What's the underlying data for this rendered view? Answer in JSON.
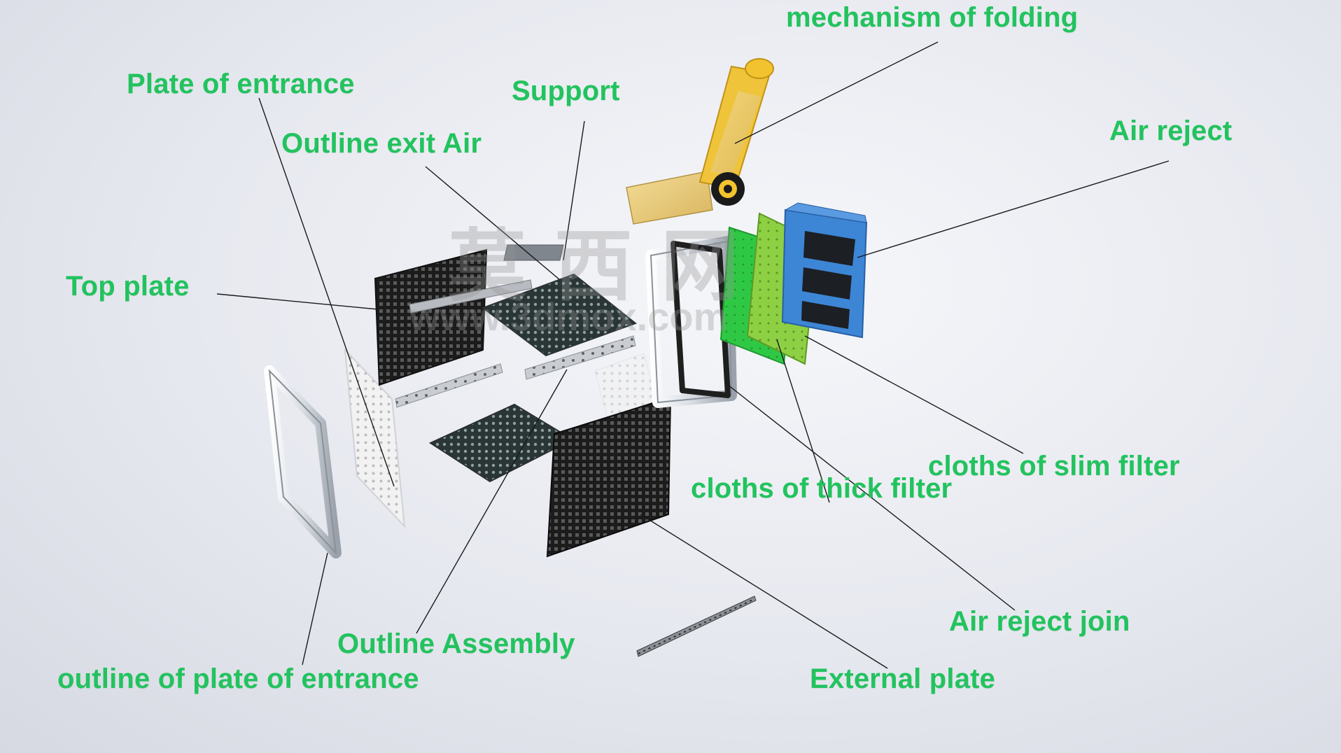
{
  "colors": {
    "label": "#22c35e",
    "leader": "#1a1a1a",
    "green_filter": "#2fc844",
    "light_green_filter": "#8ed043",
    "blue_box": "#3d86d6",
    "wood": "#e9cf84",
    "yellow_arm": "#f2c32e"
  },
  "labels": {
    "mechanism": "mechanism of folding",
    "plate_entrance": "Plate of entrance",
    "support": "Support",
    "outline_exit_air": "Outline exit Air",
    "air_reject": "Air reject",
    "top_plate": "Top plate",
    "slim_filter": "cloths of slim filter",
    "thick_filter": "cloths of thick filter",
    "air_reject_join": "Air reject join",
    "outline_assembly": "Outline Assembly",
    "outline_plate_entrance": "outline of plate of entrance",
    "external_plate": "External plate"
  },
  "watermark": {
    "cn": "莫西网",
    "url": "www.3dmox.com"
  }
}
